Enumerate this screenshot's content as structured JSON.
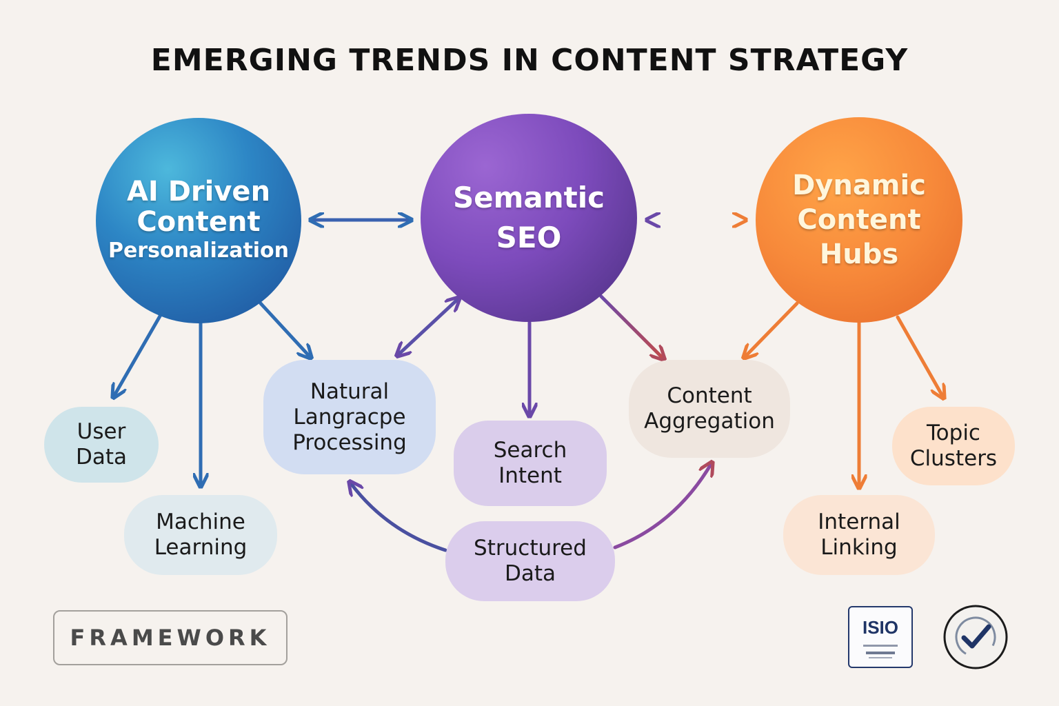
{
  "title": "EMERGING TRENDS IN CONTENT STRATEGY",
  "nodes": {
    "ai": {
      "lines": [
        "AI Driven",
        "Content",
        "Personalization"
      ],
      "color": "#2d86c5"
    },
    "seo": {
      "lines": [
        "Semantic",
        "SEO"
      ],
      "color": "#7d4bbc"
    },
    "hubs": {
      "lines": [
        "Dynamic",
        "Content",
        "Hubs"
      ],
      "color": "#f7893a"
    },
    "user_data": {
      "lines": [
        "User",
        "Data"
      ]
    },
    "machine_learning": {
      "lines": [
        "Machine",
        "Learning"
      ]
    },
    "nlp": {
      "lines": [
        "Natural",
        "Langracpe",
        "Processing"
      ]
    },
    "search_intent": {
      "lines": [
        "Search",
        "Intent"
      ]
    },
    "content_aggregation": {
      "lines": [
        "Content",
        "Aggregation"
      ]
    },
    "structured_data": {
      "lines": [
        "Structured",
        "Data"
      ]
    },
    "topic_clusters": {
      "lines": [
        "Topic",
        "Clusters"
      ]
    },
    "internal_linking": {
      "lines": [
        "Internal",
        "Linking"
      ]
    }
  },
  "footer": {
    "framework_label": "FRAMEWORK",
    "iso_badge": {
      "label": "ISIO",
      "icon": "certification-badge-icon"
    },
    "check_badge": {
      "icon": "checkmark-circle-icon"
    }
  },
  "colors": {
    "blue_arrow": "#2f6db3",
    "purple_arrow": "#6a48a8",
    "orange_arrow": "#ee7d36",
    "navy": "#23386b"
  }
}
